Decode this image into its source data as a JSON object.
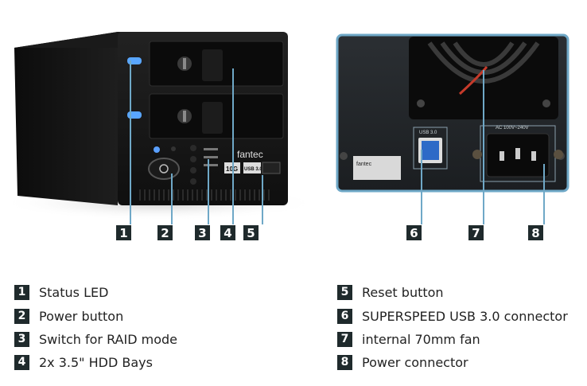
{
  "front_panel": {
    "brand": "fantec",
    "badge_1": "10G",
    "badge_2": "USB 3.0"
  },
  "rear_panel": {
    "port_label": "USB 3.0",
    "power_label": "AC 100V~240V",
    "brand": "fantec"
  },
  "callouts": [
    "1",
    "2",
    "3",
    "4",
    "5",
    "6",
    "7",
    "8"
  ],
  "legend": [
    {
      "num": "1",
      "label": "Status LED"
    },
    {
      "num": "2",
      "label": "Power button"
    },
    {
      "num": "3",
      "label": "Switch for RAID mode"
    },
    {
      "num": "4",
      "label": "2x 3.5\" HDD Bays"
    },
    {
      "num": "5",
      "label": "Reset button"
    },
    {
      "num": "6",
      "label": "SUPERSPEED USB 3.0 connector"
    },
    {
      "num": "7",
      "label": "internal 70mm fan"
    },
    {
      "num": "8",
      "label": "Power connector"
    }
  ],
  "colors": {
    "accent": "#6fa8c7",
    "dark": "#1f2a2c",
    "device": "#151515"
  }
}
